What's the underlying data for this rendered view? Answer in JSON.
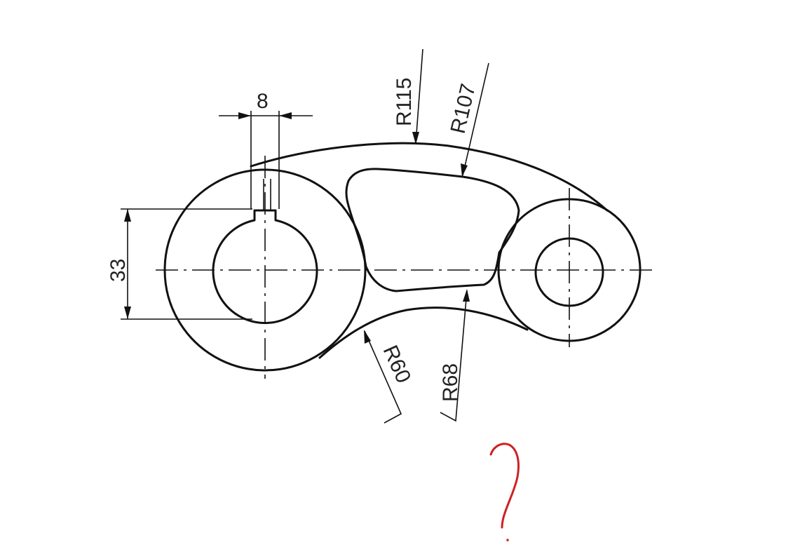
{
  "dimensions": {
    "key_width": "8",
    "key_depth": "33",
    "outer_radius_top": "R115",
    "inner_radius_top": "R107",
    "outer_radius_bottom": "R60",
    "inner_radius_bottom": "R68"
  },
  "handwritten_mark": "?",
  "colors": {
    "line": "#111111",
    "mark": "#cc2222"
  }
}
